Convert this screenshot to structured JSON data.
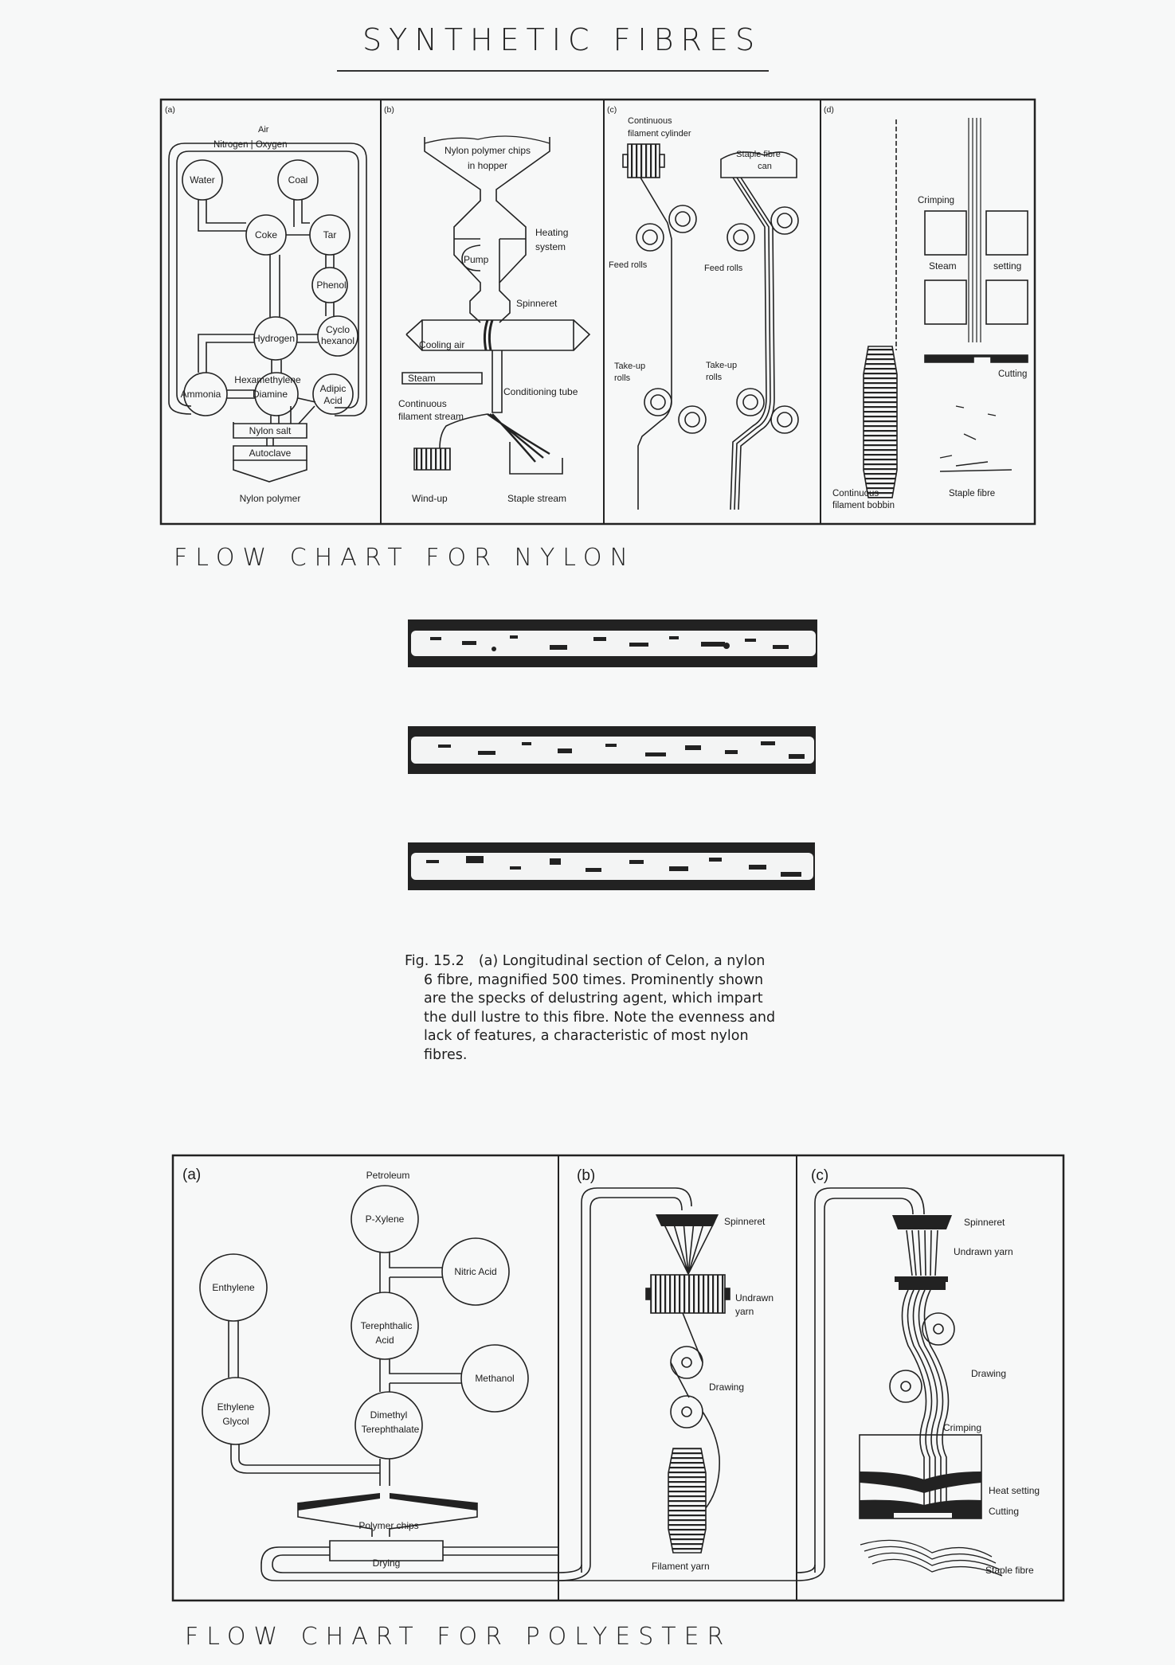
{
  "page": {
    "title": "SYNTHETIC  FIBRES",
    "nylon_caption": "FLOW  CHART  FOR  NYLON",
    "polyester_caption": "FLOW  CHART  FOR  POLYESTER"
  },
  "nylon_chart": {
    "panel_a": {
      "label": "(a)",
      "air": "Air",
      "air_bar": "Nitrogen | Oxygen",
      "nodes": {
        "water": "Water",
        "coal": "Coal",
        "coke": "Coke",
        "tar": "Tar",
        "phenol": "Phenol",
        "hydrogen": "Hydrogen",
        "cyclo_1": "Cyclo",
        "cyclo_2": "hexanol",
        "ammonia": "Ammonia",
        "hexa_1": "Hexamethylene",
        "hexa_2": "Diamine",
        "adipic_1": "Adipic",
        "adipic_2": "Acid"
      },
      "nylon_salt": "Nylon salt",
      "autoclave": "Autoclave",
      "output": "Nylon polymer"
    },
    "panel_b": {
      "label": "(b)",
      "hopper_1": "Nylon polymer chips",
      "hopper_2": "in hopper",
      "heating_1": "Heating",
      "heating_2": "system",
      "pump": "Pump",
      "spinneret": "Spinneret",
      "cooling_air": "Cooling air",
      "steam": "Steam",
      "conditioning_tube": "Conditioning tube",
      "continuous_1": "Continuous",
      "continuous_2": "filament stream",
      "wind_up": "Wind-up",
      "staple_stream": "Staple stream"
    },
    "panel_c": {
      "label": "(c)",
      "cylinder_1": "Continuous",
      "cylinder_2": "filament cylinder",
      "can_1": "Staple fibre",
      "can_2": "can",
      "feed_rolls_left": "Feed rolls",
      "feed_rolls_right": "Feed rolls",
      "takeup_left_1": "Take-up",
      "takeup_left_2": "rolls",
      "takeup_right_1": "Take-up",
      "takeup_right_2": "rolls"
    },
    "panel_d": {
      "label": "(d)",
      "crimping": "Crimping",
      "steam": "Steam",
      "setting": "setting",
      "cutting": "Cutting",
      "bobbin_1": "Continuous",
      "bobbin_2": "filament bobbin",
      "staple_fibre": "Staple fibre"
    }
  },
  "micrograph": {
    "fibre_count": 3,
    "caption": {
      "fig_number": "Fig. 15.2",
      "lines": [
        "(a) Longitudinal section of Celon, a nylon",
        "6 fibre, magnified 500 times. Prominently shown",
        "are the specks of delustring agent, which impart",
        "the dull lustre to this fibre. Note the evenness and",
        "lack of features, a characteristic of most nylon",
        "fibres."
      ]
    }
  },
  "polyester_chart": {
    "panel_a": {
      "label": "(a)",
      "petroleum": "Petroleum",
      "nodes": {
        "p_xylene": "P-Xylene",
        "nitric_acid": "Nitric Acid",
        "enthylene": "Enthylene",
        "tpa_1": "Terephthalic",
        "tpa_2": "Acid",
        "methanol": "Methanol",
        "eg_1": "Ethylene",
        "eg_2": "Glycol",
        "dmt_1": "Dimethyl",
        "dmt_2": "Terephthalate"
      },
      "polymer_chips": "Polymer chips",
      "drying": "Drying"
    },
    "panel_b": {
      "label": "(b)",
      "spinneret": "Spinneret",
      "undrawn_1": "Undrawn",
      "undrawn_2": "yarn",
      "drawing": "Drawing",
      "filament_yarn": "Filament yarn"
    },
    "panel_c": {
      "label": "(c)",
      "spinneret": "Spinneret",
      "undrawn_yarn": "Undrawn yarn",
      "drawing": "Drawing",
      "crimping": "Crimping",
      "heat_setting": "Heat setting",
      "cutting": "Cutting",
      "staple_fibre": "Staple fibre"
    }
  }
}
